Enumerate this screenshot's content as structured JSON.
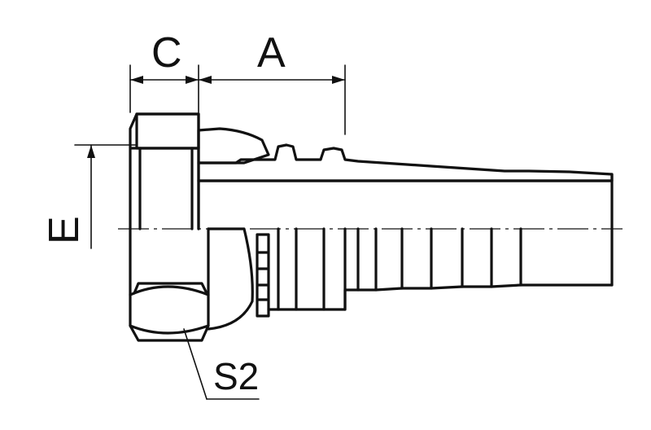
{
  "dimensions": {
    "c_label": "C",
    "a_label": "A",
    "e_label": "E"
  },
  "callouts": {
    "s2_label": "S2"
  },
  "colors": {
    "line": "#111111",
    "background": "#ffffff"
  }
}
